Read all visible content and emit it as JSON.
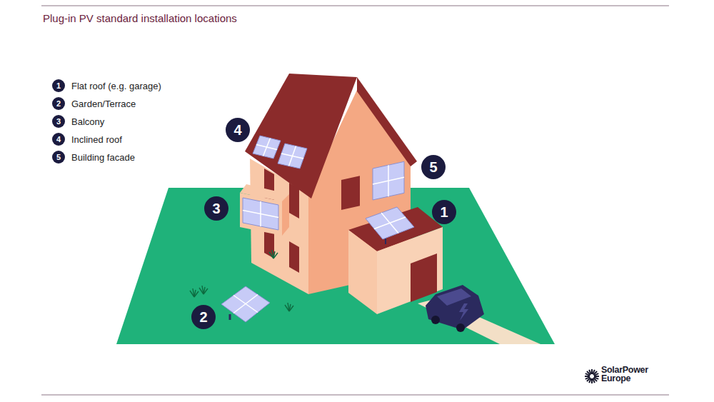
{
  "diagram": {
    "title": "Plug-in PV standard installation locations",
    "nodes": [
      {
        "text": [
          "1",
          "Flat roof (e.g. garage)"
        ]
      },
      {
        "text": [
          "2",
          "Garden/Terrace"
        ]
      },
      {
        "text": [
          "3",
          "Balcony"
        ]
      },
      {
        "text": [
          "4",
          "Inclined roof"
        ]
      },
      {
        "text": [
          "5",
          "Building facade"
        ]
      },
      {
        "text": [
          "4"
        ]
      },
      {
        "text": [
          "5"
        ]
      },
      {
        "text": [
          "3"
        ]
      },
      {
        "text": [
          "1"
        ]
      },
      {
        "text": [
          "2"
        ]
      }
    ],
    "labels": [
      "SolarPower Europe"
    ]
  }
}
